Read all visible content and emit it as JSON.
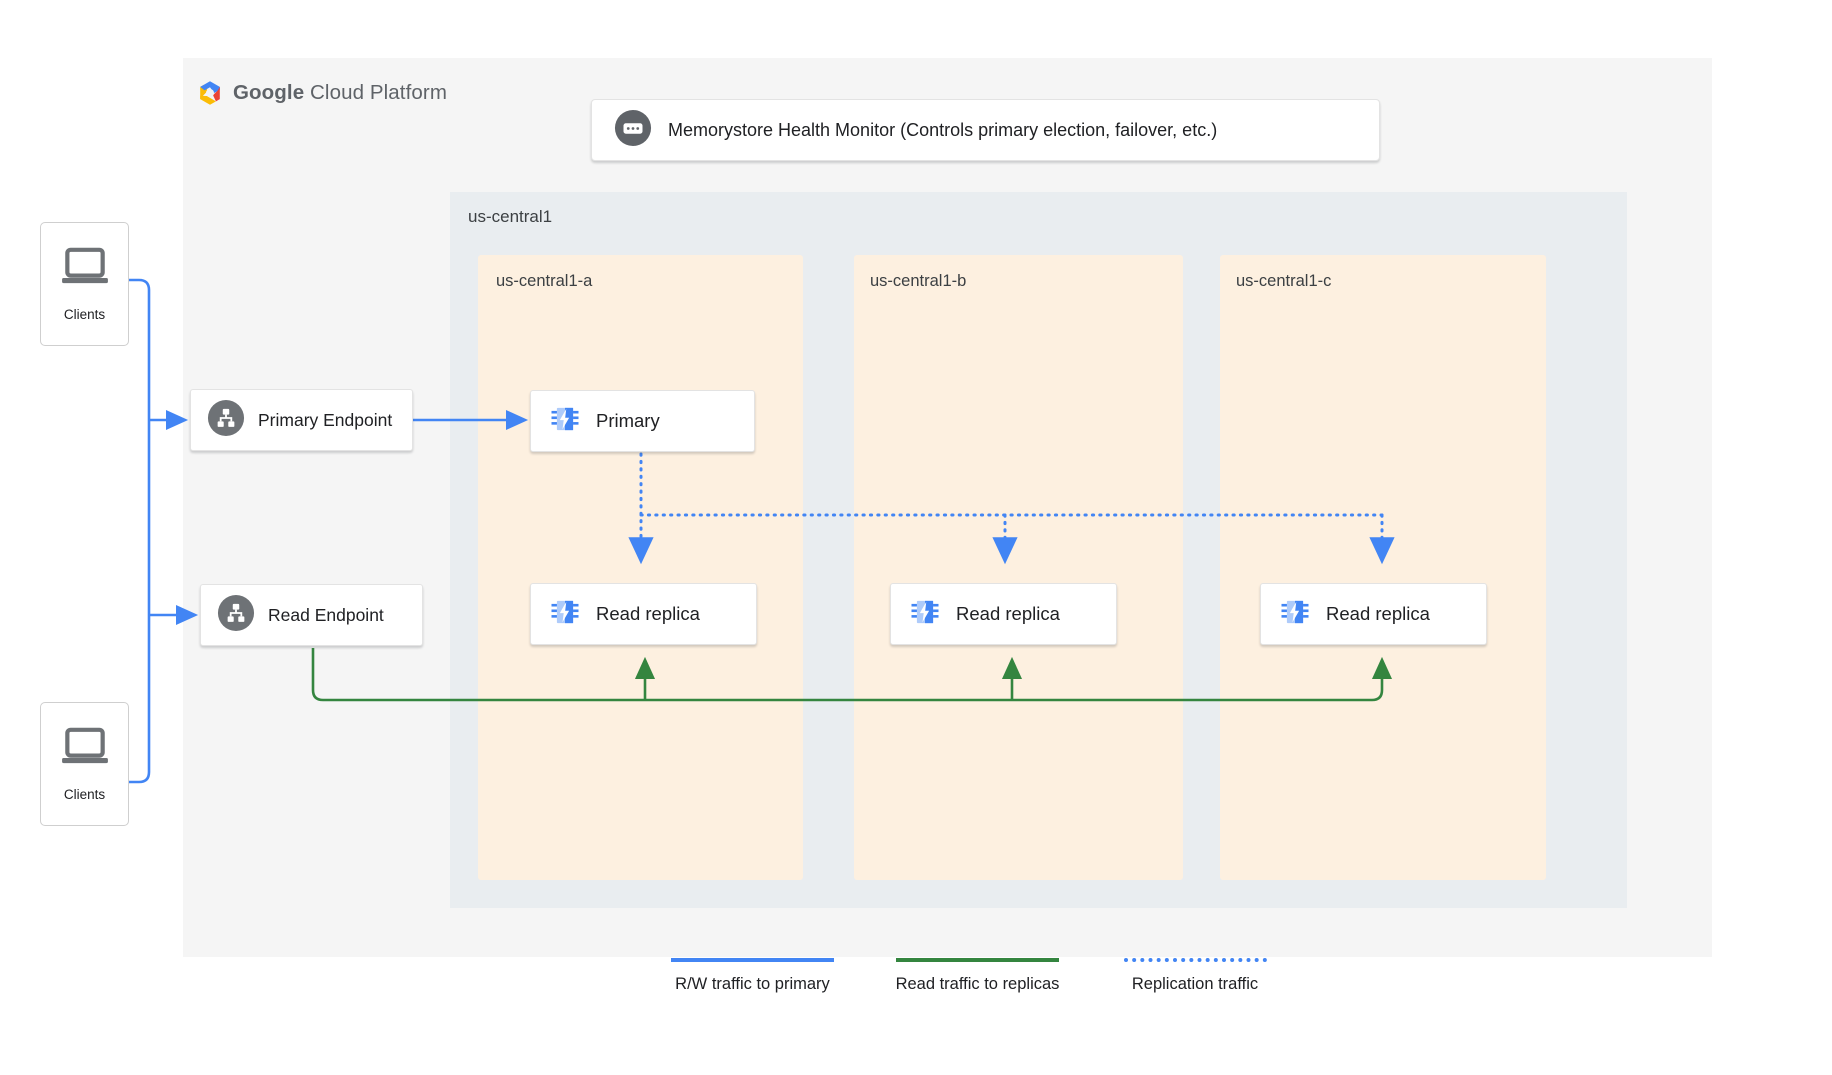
{
  "platform": {
    "title_bold": "Google",
    "title_light": " Cloud Platform",
    "logo_icon": "google-cloud-hexagon-logo"
  },
  "health_monitor": {
    "label": "Memorystore Health Monitor (Controls primary election, failover, etc.)",
    "icon": "health-monitor-dots-icon"
  },
  "region": {
    "label": "us-central1",
    "zones": [
      {
        "label": "us-central1-a"
      },
      {
        "label": "us-central1-b"
      },
      {
        "label": "us-central1-c"
      }
    ]
  },
  "endpoints": [
    {
      "label": "Primary Endpoint",
      "icon": "network-hierarchy-icon"
    },
    {
      "label": "Read Endpoint",
      "icon": "network-hierarchy-icon"
    }
  ],
  "instances": {
    "primary": {
      "label": "Primary",
      "icon": "memorystore-chip-icon"
    },
    "replicas": [
      {
        "label": "Read replica",
        "icon": "memorystore-chip-icon"
      },
      {
        "label": "Read replica",
        "icon": "memorystore-chip-icon"
      },
      {
        "label": "Read replica",
        "icon": "memorystore-chip-icon"
      }
    ]
  },
  "clients": [
    {
      "label": "Clients",
      "icon": "laptop-icon"
    },
    {
      "label": "Clients",
      "icon": "laptop-icon"
    }
  ],
  "legend": [
    {
      "label": "R/W traffic to primary",
      "color": "#4285f4",
      "style": "solid"
    },
    {
      "label": "Read traffic to replicas",
      "color": "#34853f",
      "style": "solid"
    },
    {
      "label": "Replication traffic",
      "color": "#4285f4",
      "style": "dotted"
    }
  ],
  "colors": {
    "panel_bg": "#f5f5f5",
    "region_bg": "#e9edf0",
    "zone_bg": "#fdf0e0",
    "blue": "#4285f4",
    "green": "#34853f",
    "gray_icon": "#5f6368"
  }
}
